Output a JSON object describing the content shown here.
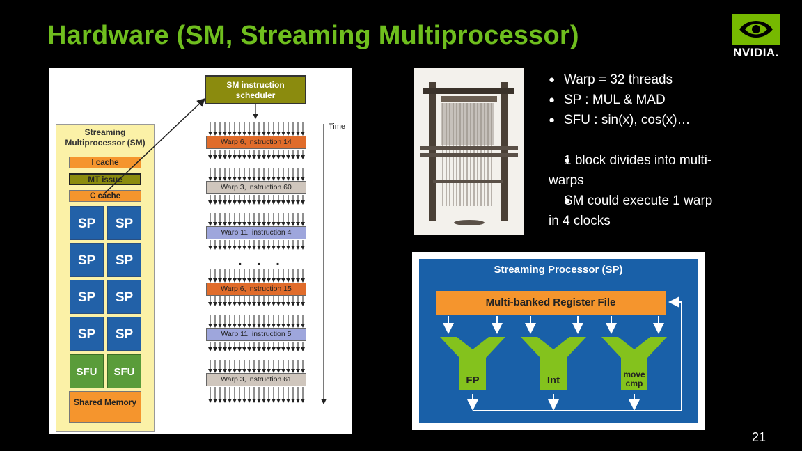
{
  "title": "Hardware (SM, Streaming Multiprocessor)",
  "logo": {
    "name": "nvidia-logo",
    "wordmark": "NVIDIA."
  },
  "page_number": "21",
  "sm_diagram": {
    "scheduler": "SM instruction scheduler",
    "sm_title": "Streaming Multiprocessor (SM)",
    "icache": "I cache",
    "mt_issue": "MT issue",
    "ccache": "C cache",
    "sp": "SP",
    "sfu": "SFU",
    "shared_memory": "Shared Memory",
    "time_label": "Time",
    "dots": ". . .",
    "warps": [
      {
        "label": "Warp 6, instruction 14",
        "color": "#e06c2b"
      },
      {
        "label": "Warp 3, instruction 60",
        "color": "#cfc6bd"
      },
      {
        "label": "Warp 11, instruction 4",
        "color": "#9ea6dc"
      },
      {
        "label": "Warp 6, instruction 15",
        "color": "#e06c2b"
      },
      {
        "label": "Warp 11, instruction 5",
        "color": "#9ea6dc"
      },
      {
        "label": "Warp 3, instruction 61",
        "color": "#cfc6bd"
      }
    ],
    "colors": {
      "cache": "#f5952d",
      "mt_issue": "#8b8b0e",
      "sp": "#2261a8",
      "sfu": "#5a9c3a",
      "sm_bg": "#fbf1a7"
    }
  },
  "bullets": {
    "b1": "Warp = 32 threads",
    "b2": "SP : MUL & MAD",
    "b3": "SFU :  sin(x), cos(x)…",
    "b4": "1 block divides into multi-warps",
    "b5": "SM could execute 1 warp in 4 clocks"
  },
  "sp_diagram": {
    "title": "Streaming Processor (SP)",
    "register_file": "Multi-banked Register File",
    "units": [
      "FP",
      "Int",
      "move cmp"
    ],
    "colors": {
      "panel": "#1960a8",
      "register": "#f5952d",
      "unit": "#84c21d"
    }
  },
  "theme": {
    "title_color": "#6fbe1e",
    "background": "#000000",
    "nvidia_green": "#76b900"
  }
}
